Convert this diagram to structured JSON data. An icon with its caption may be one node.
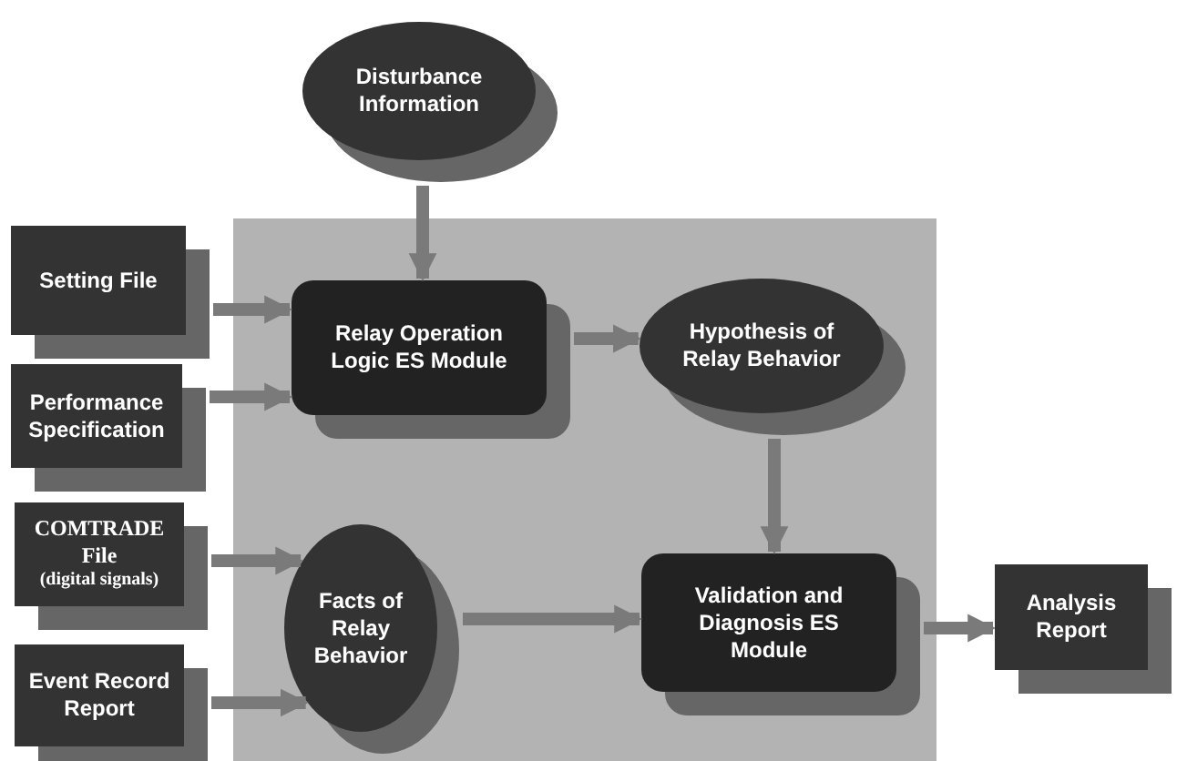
{
  "diagram": {
    "nodes": [
      {
        "text": [],
        "shape": "box"
      },
      {
        "text": [
          "Disturbance Information"
        ]
      },
      {
        "text": [
          "Setting File"
        ]
      },
      {
        "text": [
          "Performance Specification"
        ]
      },
      {
        "text": [
          "COMTRADE File",
          "(digital signals)"
        ]
      },
      {
        "text": [
          "Event Record Report"
        ]
      },
      {
        "text": [
          "Relay Operation Logic ES Module"
        ],
        "in": 0
      },
      {
        "text": [
          "Hypothesis of Relay Behavior"
        ],
        "in": 0
      },
      {
        "text": [
          "Facts of Relay Behavior"
        ],
        "in": 0
      },
      {
        "text": [
          "Validation and Diagnosis ES Module"
        ],
        "in": 0
      },
      {
        "text": [
          "Analysis Report"
        ]
      }
    ],
    "edges": [
      {
        "from": 1,
        "to": 6,
        "arrow": "to"
      },
      {
        "from": 2,
        "to": 6,
        "arrow": "to"
      },
      {
        "from": 3,
        "to": 6,
        "arrow": "to"
      },
      {
        "from": 4,
        "to": 8,
        "arrow": "to"
      },
      {
        "from": 5,
        "to": 8,
        "arrow": "to"
      },
      {
        "from": 6,
        "to": 7,
        "arrow": "to"
      },
      {
        "from": 7,
        "to": 9,
        "arrow": "to"
      },
      {
        "from": 8,
        "to": 9,
        "arrow": "to"
      },
      {
        "from": 9,
        "to": 10,
        "arrow": "to"
      }
    ]
  }
}
